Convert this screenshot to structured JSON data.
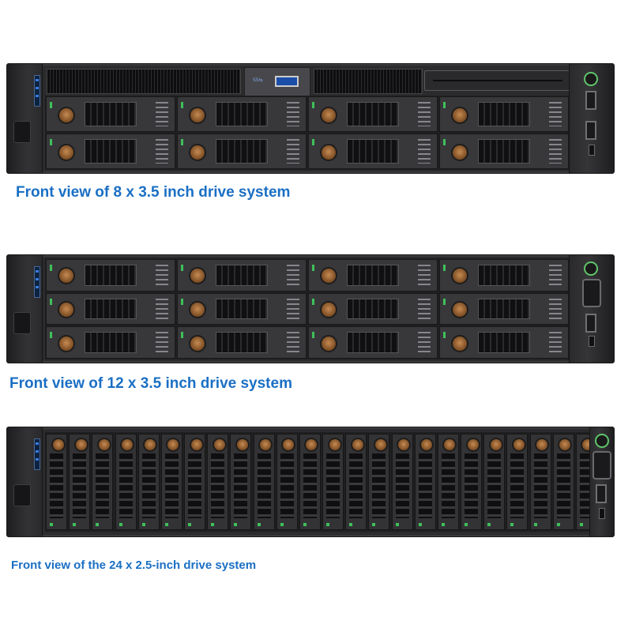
{
  "captions": {
    "first": "Front view of 8 x 3.5 inch drive system",
    "second": "Front view of 12 x 3.5 inch drive system",
    "third": "Front view of the 24 x 2.5-inch drive system"
  },
  "colors": {
    "caption": "#1a6fc4",
    "chassis": "#2b2b2d",
    "status_led": "#3fc05a",
    "id_led": "#3b7be0"
  },
  "icons": [
    "power-button-icon",
    "usb-port-icon",
    "vga-port-icon",
    "drive-release-knob-icon"
  ]
}
